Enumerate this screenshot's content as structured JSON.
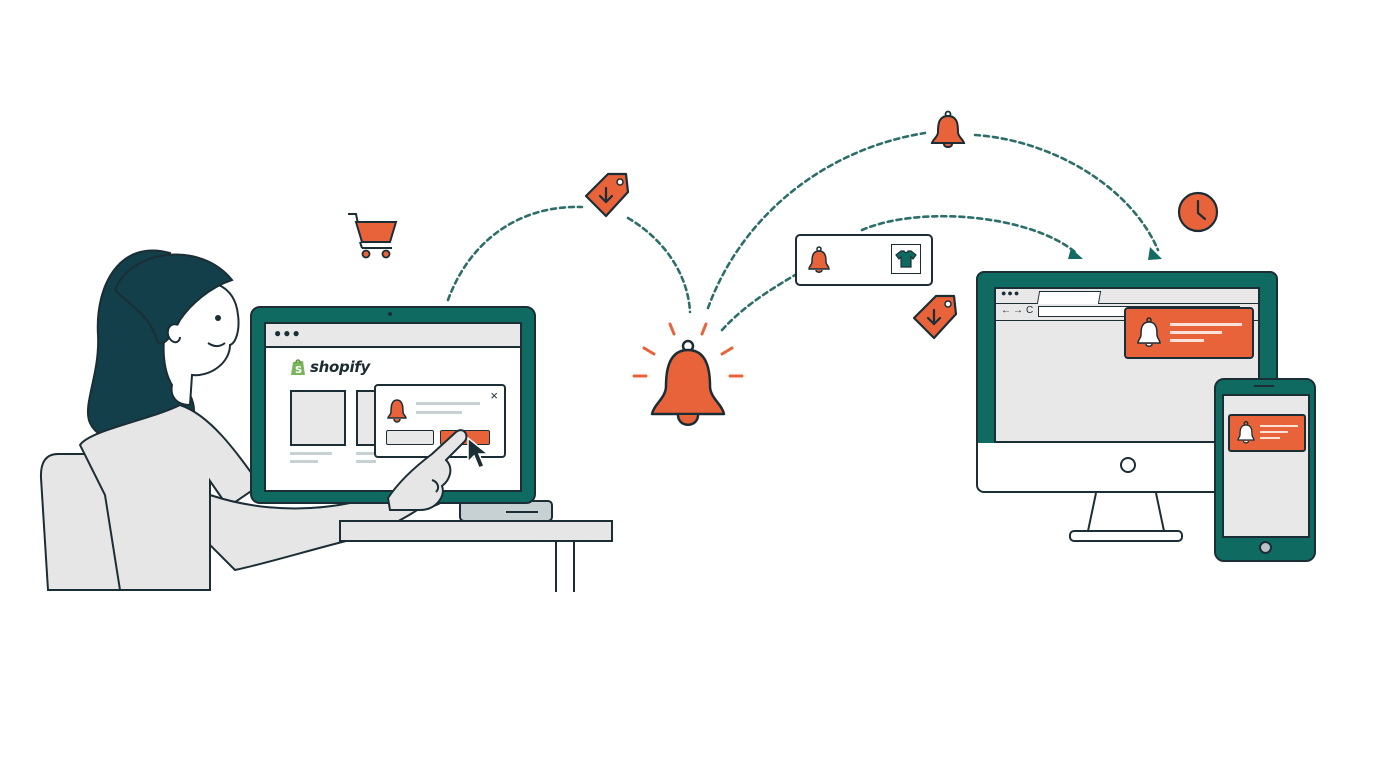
{
  "scene": {
    "title": "Shopify push notification flow illustration",
    "colors": {
      "teal": "#0f6b62",
      "dark_teal": "#123f4a",
      "outline": "#1c2e35",
      "orange": "#e8623a",
      "light_gray": "#e8e8e8",
      "mid_gray": "#c7d0d3",
      "shopify_green": "#7ab55c"
    }
  },
  "left_laptop": {
    "browser_dots": "●●●",
    "brand": {
      "icon": "shopify-bag-icon",
      "label": "shopify"
    },
    "permission_popup": {
      "icon": "bell-icon",
      "close_label": "×",
      "deny_button_label": "",
      "allow_button_label": ""
    },
    "cursor": "pointer-arrow-icon"
  },
  "floating_icons": [
    {
      "name": "shopping-cart-icon"
    },
    {
      "name": "price-drop-tag-icon"
    },
    {
      "name": "central-bell-icon"
    },
    {
      "name": "top-bell-icon"
    },
    {
      "name": "price-drop-tag-icon-2"
    },
    {
      "name": "clock-icon"
    }
  ],
  "product_notification_card": {
    "bell": "bell-icon",
    "product": "tshirt-icon"
  },
  "desktop_monitor": {
    "nav": {
      "back": "←",
      "forward": "→",
      "reload": "C"
    },
    "notification": {
      "icon": "bell-icon",
      "lines": 3
    }
  },
  "phone": {
    "notification": {
      "icon": "bell-icon",
      "lines": 3
    }
  }
}
